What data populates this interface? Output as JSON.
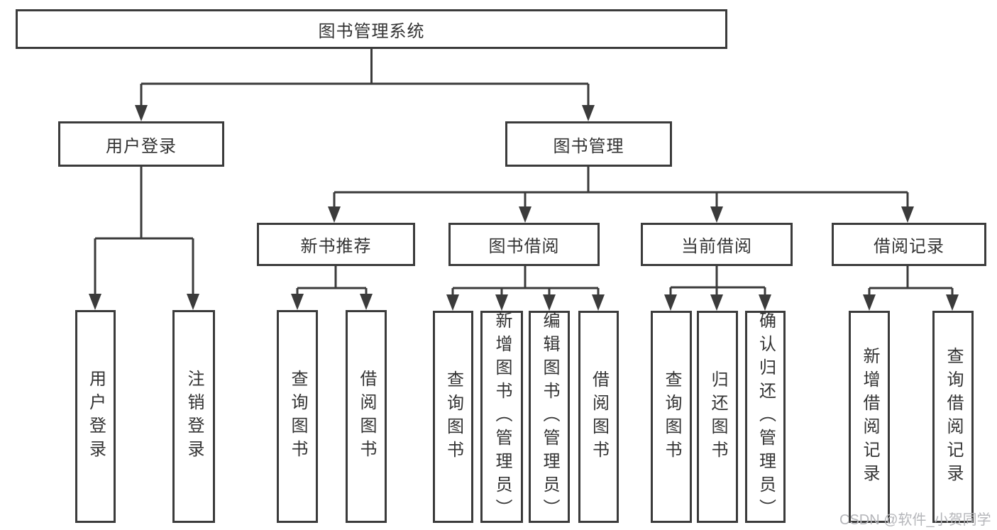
{
  "diagram": {
    "title": "图书管理系统",
    "branches": [
      {
        "label": "用户登录",
        "children": [
          "用户登录",
          "注销登录"
        ]
      },
      {
        "label": "图书管理",
        "groups": [
          {
            "label": "新书推荐",
            "children": [
              "查询图书",
              "借阅图书"
            ]
          },
          {
            "label": "图书借阅",
            "children": [
              "查询图书",
              "新增图书（管理员）",
              "编辑图书（管理员）",
              "借阅图书"
            ]
          },
          {
            "label": "当前借阅",
            "children": [
              "查询图书",
              "归还图书",
              "确认归还（管理员）"
            ]
          },
          {
            "label": "借阅记录",
            "children": [
              "新增借阅记录",
              "查询借阅记录"
            ]
          }
        ]
      }
    ]
  },
  "watermark": {
    "text": "CSDN @软件_小贺同学"
  },
  "colors": {
    "stroke": "#3b3b3b",
    "text": "#333333",
    "background": "#ffffff",
    "watermark": "#b5b6ba"
  }
}
